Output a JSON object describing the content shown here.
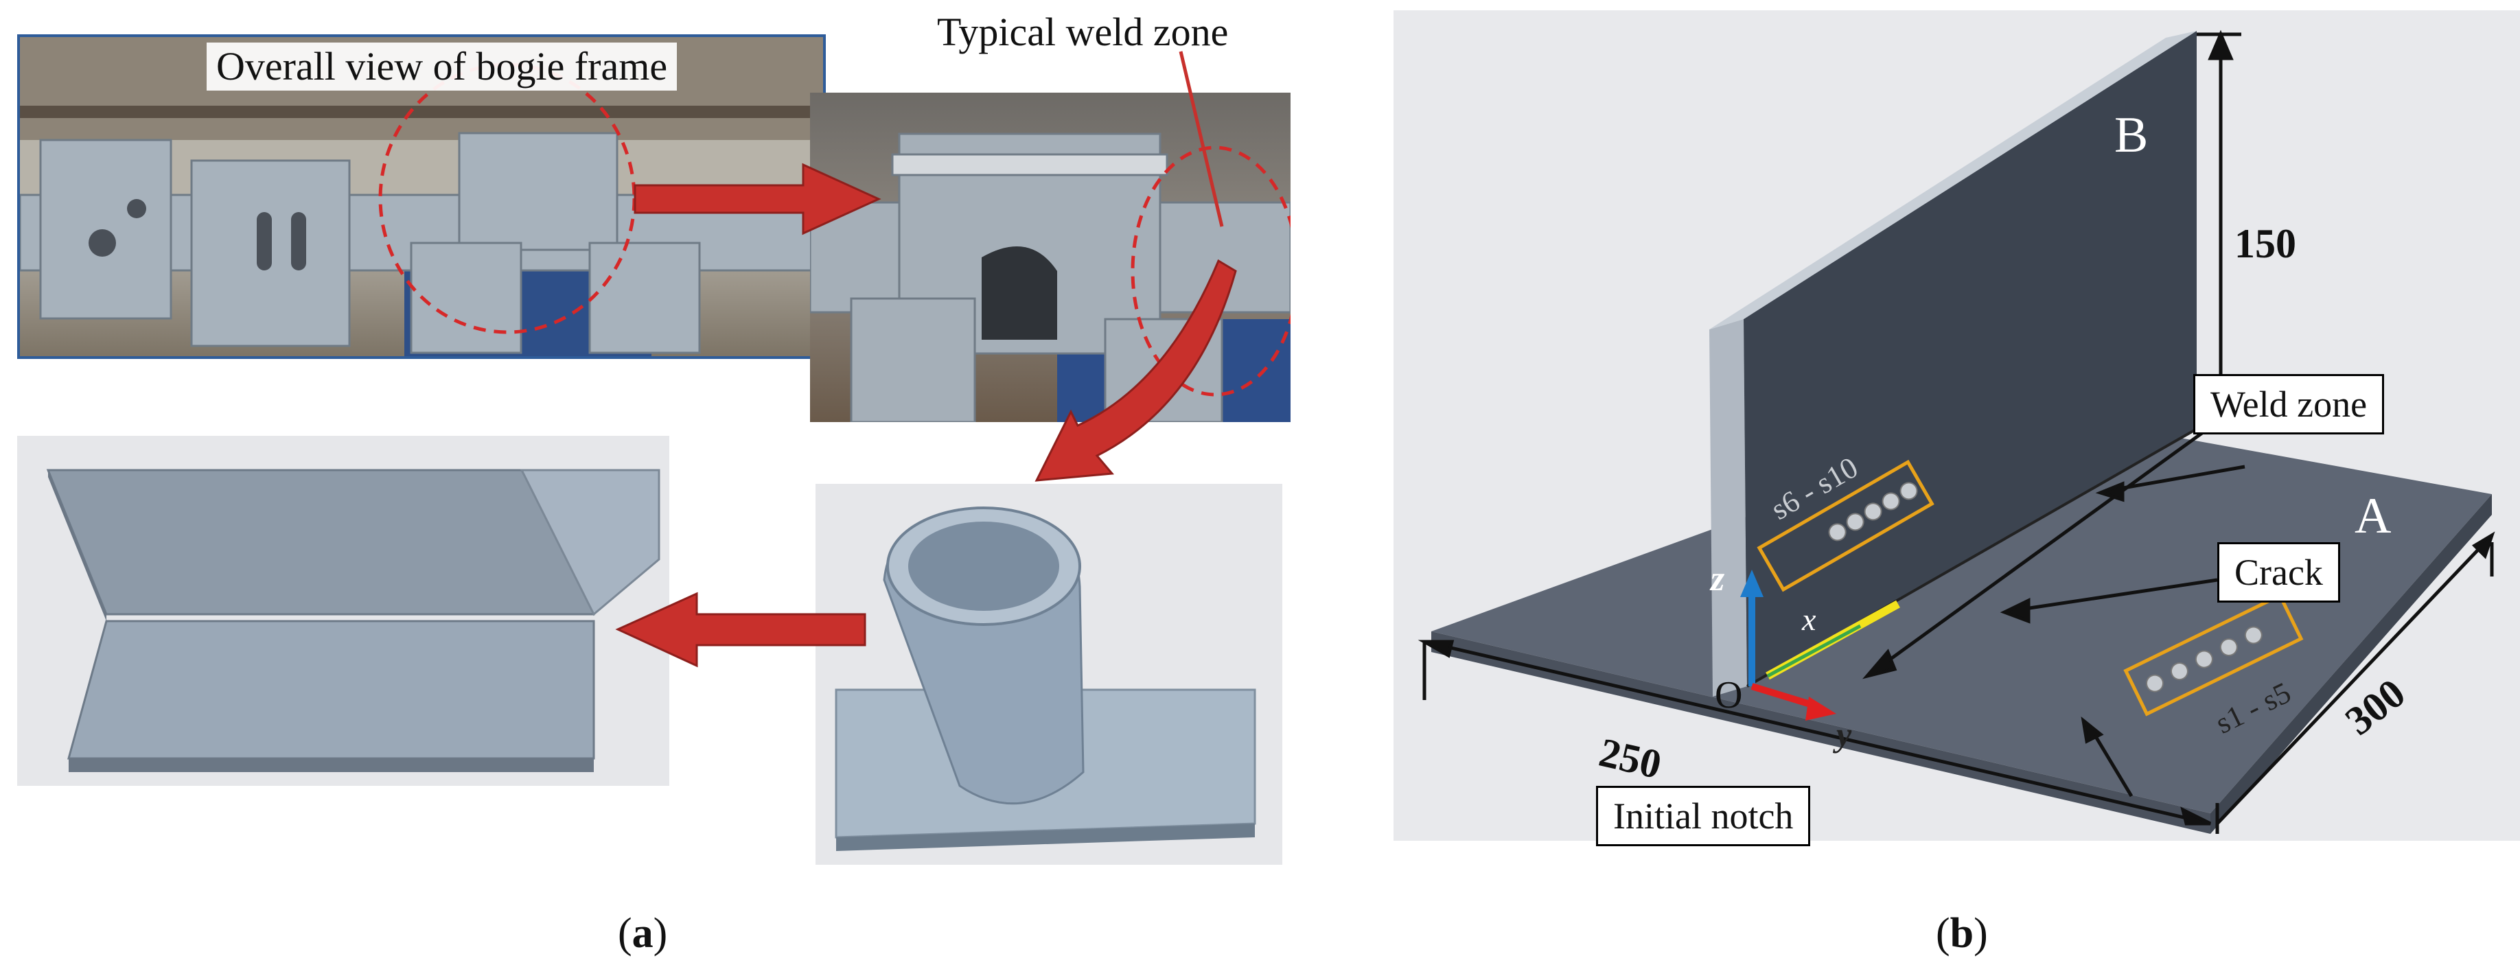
{
  "panel_a": {
    "caption_open": "(",
    "caption_letter": "a",
    "caption_close": ")",
    "overall_view_label": "Overall view of bogie frame",
    "typical_weld_label": "Typical weld zone"
  },
  "panel_b": {
    "caption_open": "(",
    "caption_letter": "b",
    "caption_close": ")",
    "plate_b": "B",
    "plate_a": "A",
    "dim_height": "150",
    "dim_width": "250",
    "dim_depth": "300",
    "weld_zone_label": "Weld zone",
    "crack_label": "Crack",
    "initial_notch_label": "Initial notch",
    "sensors_upper": "s6 - s10",
    "sensors_lower": "s1 - s5",
    "axis_z": "z",
    "axis_x": "x",
    "axis_y": "y",
    "origin": "O"
  },
  "colors": {
    "arrow_red": "#c8302c",
    "sensor_box": "#e8a21a",
    "crack_yellow": "#f2e21c",
    "axis_blue": "#1e7ccc",
    "axis_green": "#3aa84a",
    "axis_red": "#e02020",
    "steel_plate": "#5e6674",
    "steel_face_dark": "#3c4450",
    "model_blue_grey": "#9aaabb",
    "background_grey": "#e8e9ec"
  }
}
